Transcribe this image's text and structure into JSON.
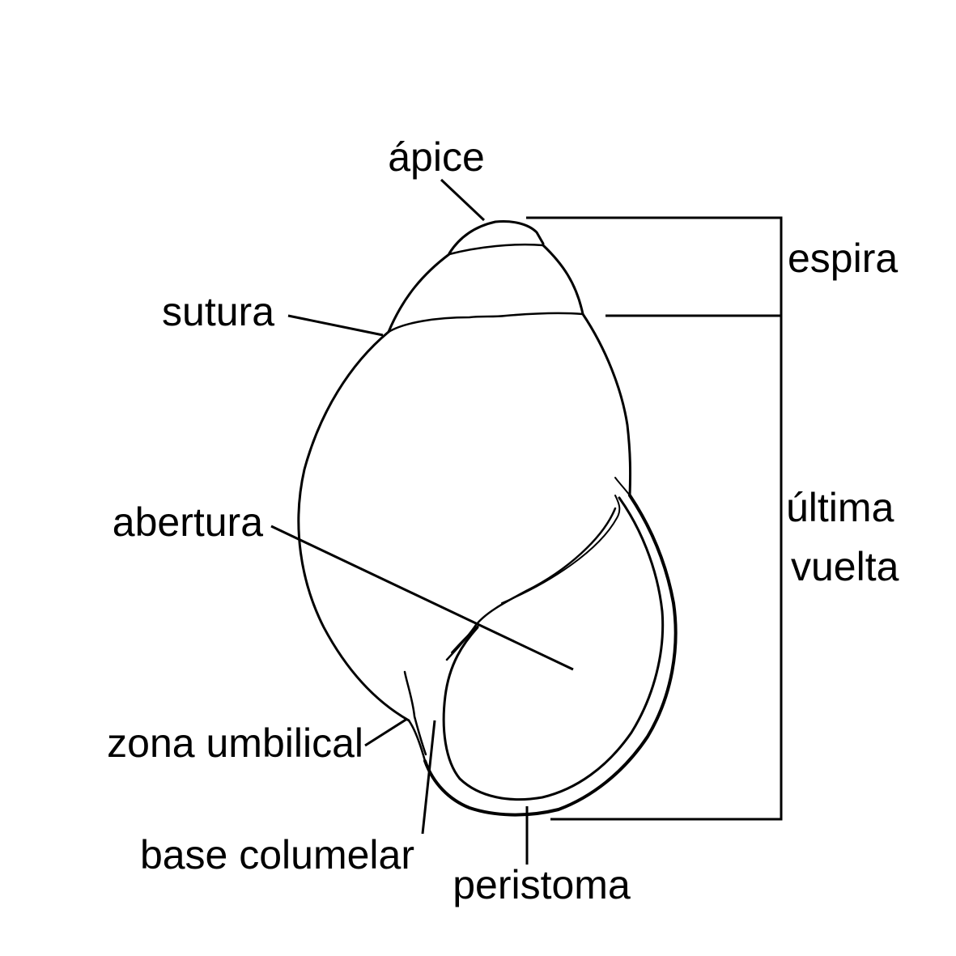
{
  "labels": {
    "apex": "ápice",
    "suture": "sutura",
    "aperture": "abertura",
    "umbilical_zone": "zona umbilical",
    "columellar_base": "base columelar",
    "peristome": "peristoma",
    "spire": "espira",
    "body_whorl_line1": "última",
    "body_whorl_line2": "vuelta"
  },
  "colors": {
    "ink": "#000000",
    "background": "#ffffff"
  }
}
